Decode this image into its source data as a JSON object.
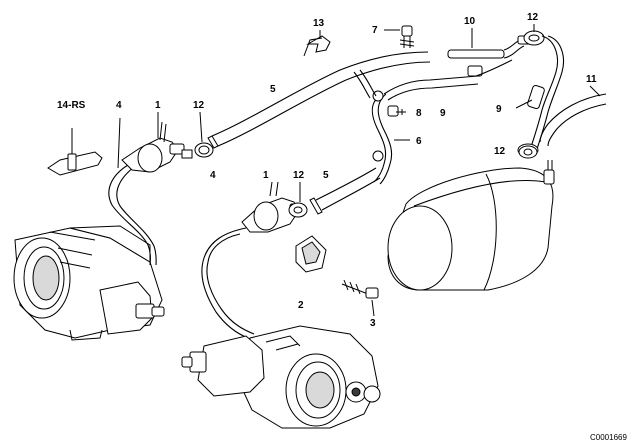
{
  "callouts": {
    "c14rs": "14-RS",
    "c4a": "4",
    "c1a": "1",
    "c12a": "12",
    "c4b": "4",
    "c5a": "5",
    "c13": "13",
    "c7": "7",
    "c10": "10",
    "c12b": "12",
    "c8": "8",
    "c9a": "9",
    "c6": "6",
    "c11": "11",
    "c9b": "9",
    "c12c": "12",
    "c1b": "1",
    "c12d": "12",
    "c5b": "5",
    "c2": "2",
    "c3": "3"
  },
  "catalog_number": "C0001669"
}
